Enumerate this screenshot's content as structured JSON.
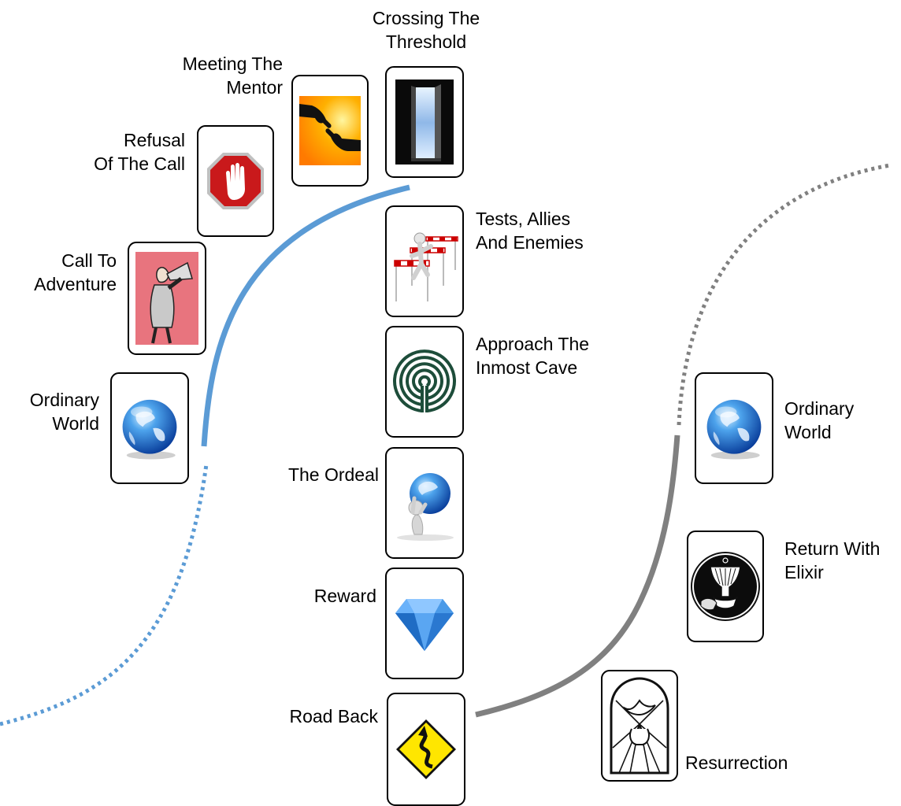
{
  "stages": {
    "ordinary_world_start": "Ordinary\nWorld",
    "call_to_adventure": "Call To\nAdventure",
    "refusal_of_the_call": "Refusal\nOf The Call",
    "meeting_the_mentor": "Meeting The\nMentor",
    "crossing_the_threshold": "Crossing The\nThreshold",
    "tests_allies_enemies": "Tests, Allies\nAnd Enemies",
    "approach_inmost_cave": "Approach The\nInmost Cave",
    "the_ordeal": "The Ordeal",
    "reward": "Reward",
    "road_back": "Road Back",
    "resurrection": "Resurrection",
    "return_with_elixir": "Return With\nElixir",
    "ordinary_world_end": "Ordinary\nWorld"
  },
  "icons": {
    "ordinary_world_start": "globe-icon",
    "call_to_adventure": "megaphone-man-icon",
    "refusal_of_the_call": "stop-hand-icon",
    "meeting_the_mentor": "reaching-hands-icon",
    "crossing_the_threshold": "open-door-icon",
    "tests_allies_enemies": "hurdles-icon",
    "approach_inmost_cave": "labyrinth-icon",
    "the_ordeal": "carrying-globe-icon",
    "reward": "diamond-icon",
    "road_back": "winding-road-sign-icon",
    "resurrection": "dove-window-icon",
    "return_with_elixir": "chalice-icon",
    "ordinary_world_end": "globe-icon"
  },
  "colors": {
    "departure_path": "#5b9bd5",
    "return_path": "#808080",
    "card_border": "#000000"
  }
}
